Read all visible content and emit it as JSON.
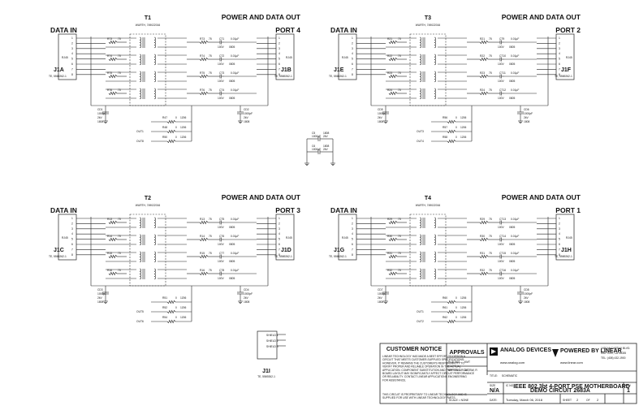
{
  "quadrants": [
    {
      "id": "q1",
      "transformer": "T1",
      "transformer_part": "WURTH, 749022016",
      "data_in_label": "DATA IN",
      "power_out_label": "POWER AND DATA OUT",
      "port_label": "PORT 4",
      "jack_in": "J1A",
      "jack_in_part": "TE, 5569262-1",
      "jack_out": "J1B",
      "jack_out_part": "TE, 5569262-1",
      "rj45": "RJ45",
      "rows": [
        {
          "r": "R73",
          "rv": "75",
          "ct": "CT1",
          "cv": "0.01µF",
          "v": "100V",
          "p": "0805"
        },
        {
          "r": "R74",
          "rv": "75",
          "ct": "CT2",
          "cv": "0.01µF",
          "v": "100V",
          "p": "0805"
        },
        {
          "r": "R75",
          "rv": "75",
          "ct": "CT3",
          "cv": "0.01µF",
          "v": "100V",
          "p": "0805"
        },
        {
          "r": "R76",
          "rv": "75",
          "ct": "CT4",
          "cv": "0.01µF",
          "v": "100V",
          "p": "0805"
        }
      ],
      "cap_left": [
        "CD1",
        "1000pF",
        "2kV",
        "1808"
      ],
      "cap_right": [
        "CD2",
        "1000pF",
        "2kV",
        "1808"
      ],
      "bottom_res": [
        {
          "n": "R47",
          "v": "0",
          "p": "1206",
          "net": ""
        },
        {
          "n": "R48",
          "v": "0",
          "p": "1206",
          "net": "OUT1"
        },
        {
          "n": "R50",
          "v": "0",
          "p": "1206",
          "net": "OUT8"
        }
      ]
    },
    {
      "id": "q2",
      "transformer": "T3",
      "transformer_part": "WURTH, 749022016",
      "data_in_label": "DATA IN",
      "power_out_label": "POWER AND DATA OUT",
      "port_label": "PORT 2",
      "jack_in": "J1E",
      "jack_in_part": "TE, 5569262-1",
      "jack_out": "J1F",
      "jack_out_part": "TE, 5569262-1",
      "rj45": "RJ45",
      "rows": [
        {
          "r": "R21",
          "rv": "75",
          "ct": "CT9",
          "cv": "0.01µF",
          "v": "100V",
          "p": "0805"
        },
        {
          "r": "R22",
          "rv": "75",
          "ct": "CT10",
          "cv": "0.01µF",
          "v": "100V",
          "p": "0805"
        },
        {
          "r": "R23",
          "rv": "75",
          "ct": "CT11",
          "cv": "0.01µF",
          "v": "100V",
          "p": "0805"
        },
        {
          "r": "R24",
          "rv": "75",
          "ct": "CT12",
          "cv": "0.01µF",
          "v": "100V",
          "p": "0805"
        }
      ],
      "cap_left": [
        "CD5",
        "1000pF",
        "2kV",
        "1808"
      ],
      "cap_right": [
        "CD6",
        "1000pF",
        "2kV",
        "1808"
      ],
      "bottom_res": [
        {
          "n": "R56",
          "v": "0",
          "p": "1206",
          "net": ""
        },
        {
          "n": "R57",
          "v": "0",
          "p": "1206",
          "net": "OUT3"
        },
        {
          "n": "R58",
          "v": "0",
          "p": "1206",
          "net": "OUT4"
        }
      ]
    },
    {
      "id": "q3",
      "transformer": "T2",
      "transformer_part": "WURTH, 749022016",
      "data_in_label": "DATA IN",
      "power_out_label": "POWER AND DATA OUT",
      "port_label": "PORT 3",
      "jack_in": "J1C",
      "jack_in_part": "TE, 5569262-1",
      "jack_out": "J1D",
      "jack_out_part": "TE, 5569262-1",
      "rj45": "RJ45",
      "rows": [
        {
          "r": "R13",
          "rv": "75",
          "ct": "CT5",
          "cv": "0.01µF",
          "v": "100V",
          "p": "0805"
        },
        {
          "r": "R14",
          "rv": "75",
          "ct": "CT6",
          "cv": "0.01µF",
          "v": "100V",
          "p": "0805"
        },
        {
          "r": "R15",
          "rv": "75",
          "ct": "CT7",
          "cv": "0.01µF",
          "v": "100V",
          "p": "0805"
        },
        {
          "r": "R16",
          "rv": "75",
          "ct": "CT8",
          "cv": "0.01µF",
          "v": "100V",
          "p": "0805"
        }
      ],
      "cap_left": [
        "CD3",
        "1000pF",
        "2kV",
        "1808"
      ],
      "cap_right": [
        "CD4",
        "1000pF",
        "2kV",
        "1808"
      ],
      "bottom_res": [
        {
          "n": "R51",
          "v": "0",
          "p": "1206",
          "net": ""
        },
        {
          "n": "R52",
          "v": "0",
          "p": "1206",
          "net": "OUT5"
        },
        {
          "n": "R54",
          "v": "0",
          "p": "1206",
          "net": "OUT6"
        }
      ]
    },
    {
      "id": "q4",
      "transformer": "T4",
      "transformer_part": "WURTH, 749022016",
      "data_in_label": "DATA IN",
      "power_out_label": "POWER AND DATA OUT",
      "port_label": "PORT 1",
      "jack_in": "J1G",
      "jack_in_part": "TE, 5569262-1",
      "jack_out": "J1H",
      "jack_out_part": "TE, 5569262-1",
      "rj45": "RJ45",
      "rows": [
        {
          "r": "R29",
          "rv": "75",
          "ct": "CT13",
          "cv": "0.01µF",
          "v": "100V",
          "p": "0805"
        },
        {
          "r": "R30",
          "rv": "75",
          "ct": "CT14",
          "cv": "0.01µF",
          "v": "100V",
          "p": "0805"
        },
        {
          "r": "R31",
          "rv": "75",
          "ct": "CT15",
          "cv": "0.01µF",
          "v": "100V",
          "p": "0805"
        },
        {
          "r": "R32",
          "rv": "75",
          "ct": "CT16",
          "cv": "0.01µF",
          "v": "100V",
          "p": "0805"
        }
      ],
      "cap_left": [
        "CD7",
        "1000pF",
        "2kV",
        "1808"
      ],
      "cap_right": [
        "CD8",
        "1000pF",
        "2kV",
        "1808"
      ],
      "bottom_res": [
        {
          "n": "R60",
          "v": "0",
          "p": "1206",
          "net": ""
        },
        {
          "n": "R61",
          "v": "0",
          "p": "1206",
          "net": "OUT1"
        },
        {
          "n": "R62",
          "v": "0",
          "p": "1206",
          "net": "OUT2"
        }
      ]
    }
  ],
  "pin_labels_left": [
    "1",
    "2",
    "3",
    "4",
    "5",
    "6",
    "7",
    "8"
  ],
  "center_caps": [
    {
      "n": "C5",
      "v": "1000pF",
      "r": "2kV",
      "p": "1808"
    },
    {
      "n": "C6",
      "v": "1000pF",
      "r": "2kV",
      "p": "1808"
    }
  ],
  "center_jack": {
    "name": "J1I",
    "part": "TE, 5569262-1",
    "pins": [
      "SHIELD 1",
      "SHIELD 2",
      "SHIELD 3"
    ]
  },
  "title_block": {
    "customer_notice_title": "CUSTOMER NOTICE",
    "customer_notice_body": "LINEAR TECHNOLOGY HAS MADE A BEST EFFORT TO DESIGN A CIRCUIT THAT MEETS CUSTOMER-SUPPLIED SPECIFICATIONS; HOWEVER, IT REMAINS THE CUSTOMER'S RESPONSIBILITY TO VERIFY PROPER AND RELIABLE OPERATION IN THE ACTUAL APPLICATION. COMPONENT SUBSTITUTION AND PRINTED CIRCUIT BOARD LAYOUT MAY SIGNIFICANTLY AFFECT CIRCUIT PERFORMANCE OR RELIABILITY. CONTACT LINEAR APPLICATIONS ENGINEERING FOR ASSISTANCE.",
    "customer_notice_foot": "THIS CIRCUIT IS PROPRIETARY TO LINEAR TECHNOLOGY AND IS SUPPLIED FOR USE WITH LINEAR TECHNOLOGY PARTS.",
    "approvals": "APPROVALS",
    "pcb_des": "PCB DES.",
    "app_eng": "APP ENG.",
    "pcb_des_val": "KMT",
    "app_eng_val": "DS, BW, R",
    "analog_logo": "ANALOG DEVICES",
    "analog_url": "www.analog.com",
    "linear_logo": "POWERED BY LINEAR",
    "linear_url": "www.linear.com",
    "address_1": "1630 McCARTHY BLVD.",
    "address_2": "MILPITAS, CA 95035",
    "address_3": "TEL: (408) 432-1900",
    "title_label": "TITLE:",
    "title_value": "SCHEMATIC",
    "main_title": "IEEE 802.3bt 4-PORT PSE MOTHERBOARD",
    "size_label": "SIZE",
    "size_value": "N/A",
    "ic_no_label": "IC NO.",
    "demo_title": "DEMO CIRCUIT 2683A",
    "rev_label": "REV",
    "rev_value": "1",
    "scale_label": "SCALE = NONE",
    "date_label": "DATE:",
    "date_value": "Tuesday, March 06, 2018",
    "sheet_label": "SHEET",
    "sheet_value": "2",
    "of_label": "OF",
    "of_value": "2"
  }
}
